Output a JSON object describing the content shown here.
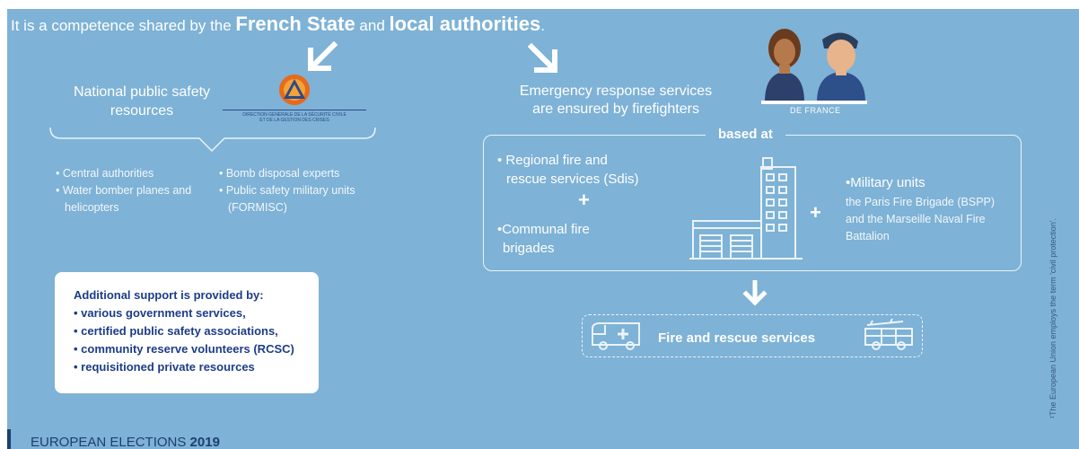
{
  "headline": {
    "prefix": "It is a competence shared by the ",
    "bold1": "French State",
    "mid": " and ",
    "bold2": "local authorities",
    "suffix": "."
  },
  "national": {
    "title": "National public safety resources",
    "logo_line1": "DIRECTION GÉNÉRALE DE LA SÉCURITÉ CIVILE",
    "logo_line2": "ET DE LA GESTION DES CRISES",
    "left_list": [
      "• Central authorities",
      "• Water bomber planes and",
      "helicopters"
    ],
    "right_list": [
      "• Bomb disposal experts",
      "• Public safety military units",
      "(FORMISC)"
    ]
  },
  "support": {
    "title": "Additional support is provided by:",
    "items": [
      "• various government services,",
      "• certified public safety associations,",
      "• community reserve volunteers (RCSC)",
      "• requisitioned private resources"
    ]
  },
  "emergency": {
    "line1": "Emergency response services",
    "line2": "are ensured by firefighters",
    "badge_text": "DE FRANCE"
  },
  "based": {
    "label": "based at",
    "regional_l1": "• Regional fire and",
    "regional_l2": "rescue services (Sdis)",
    "plus": "+",
    "communal_l1": "•Communal fire",
    "communal_l2": "brigades",
    "military_title": "•Military units",
    "military_desc": [
      "the Paris Fire Brigade (BSPP)",
      "and the Marseille Naval Fire",
      "Battalion"
    ]
  },
  "fire_rescue": {
    "label": "Fire and rescue services"
  },
  "footnote": "¹The European Union employs the term 'civil protection'.",
  "footer": {
    "prefix": "EUROPEAN ELECTIONS ",
    "year": "2019"
  },
  "icons": [
    "arrow-down-left-icon",
    "arrow-down-right-icon",
    "civil-security-logo-icon",
    "firefighters-icon",
    "fire-station-building-icon",
    "arrow-down-icon",
    "ambulance-icon",
    "fire-truck-icon"
  ],
  "colors": {
    "background": "#7eb2d6",
    "text": "#ffffff",
    "support_text": "#1d3c87",
    "footer_text": "#1e3f70"
  }
}
